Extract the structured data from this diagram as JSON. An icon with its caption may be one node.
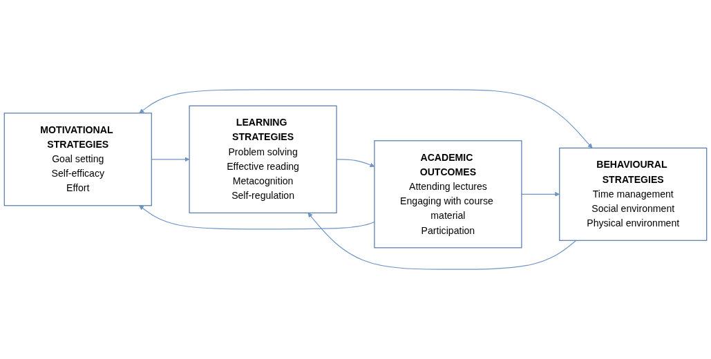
{
  "diagram": {
    "nodes": [
      {
        "text": [
          "MOTIVATIONAL STRATEGIES",
          "Goal setting",
          "Self-efficacy",
          "Effort"
        ]
      },
      {
        "text": [
          "BEHAVIOURAL STRATEGIES",
          "Time management",
          "Social environment",
          "Physical environment"
        ]
      },
      {
        "text": [
          "LEARNING STRATEGIES",
          "Problem solving",
          "Effective reading",
          "Metacognition",
          "Self-regulation"
        ]
      },
      {
        "text": [
          "ACADEMIC OUTCOMES",
          "Attending lectures",
          "Engaging with course material",
          "Participation"
        ]
      }
    ],
    "edges": [
      {
        "from": 0,
        "to": 2,
        "arrow": "to"
      },
      {
        "from": 0,
        "to": 1,
        "arrow": "both"
      },
      {
        "from": 1,
        "to": 2,
        "arrow": "to"
      },
      {
        "from": 2,
        "to": 3,
        "arrow": "to"
      },
      {
        "from": 3,
        "to": 0,
        "arrow": "to"
      },
      {
        "from": 3,
        "to": 1,
        "arrow": "to"
      }
    ]
  }
}
